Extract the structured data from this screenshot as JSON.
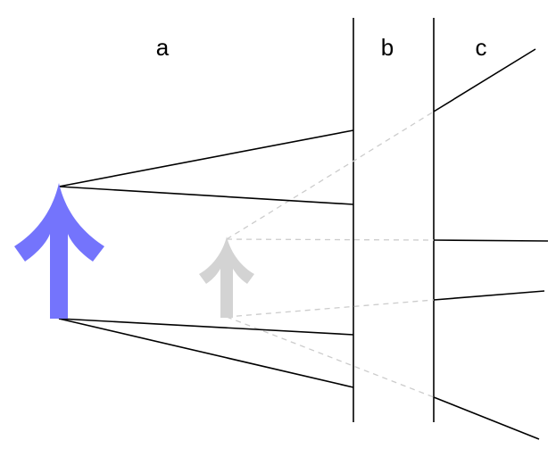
{
  "labels": {
    "a": "a",
    "b": "b",
    "c": "c"
  },
  "colors": {
    "object_arrow": "#7474fc",
    "virtual_arrow": "#d3d3d3",
    "ray": "#000000",
    "virtual_ray": "#cccccc",
    "boundary": "#000000"
  },
  "icons": {
    "object": "up-arrow-icon",
    "image": "up-arrow-icon"
  }
}
